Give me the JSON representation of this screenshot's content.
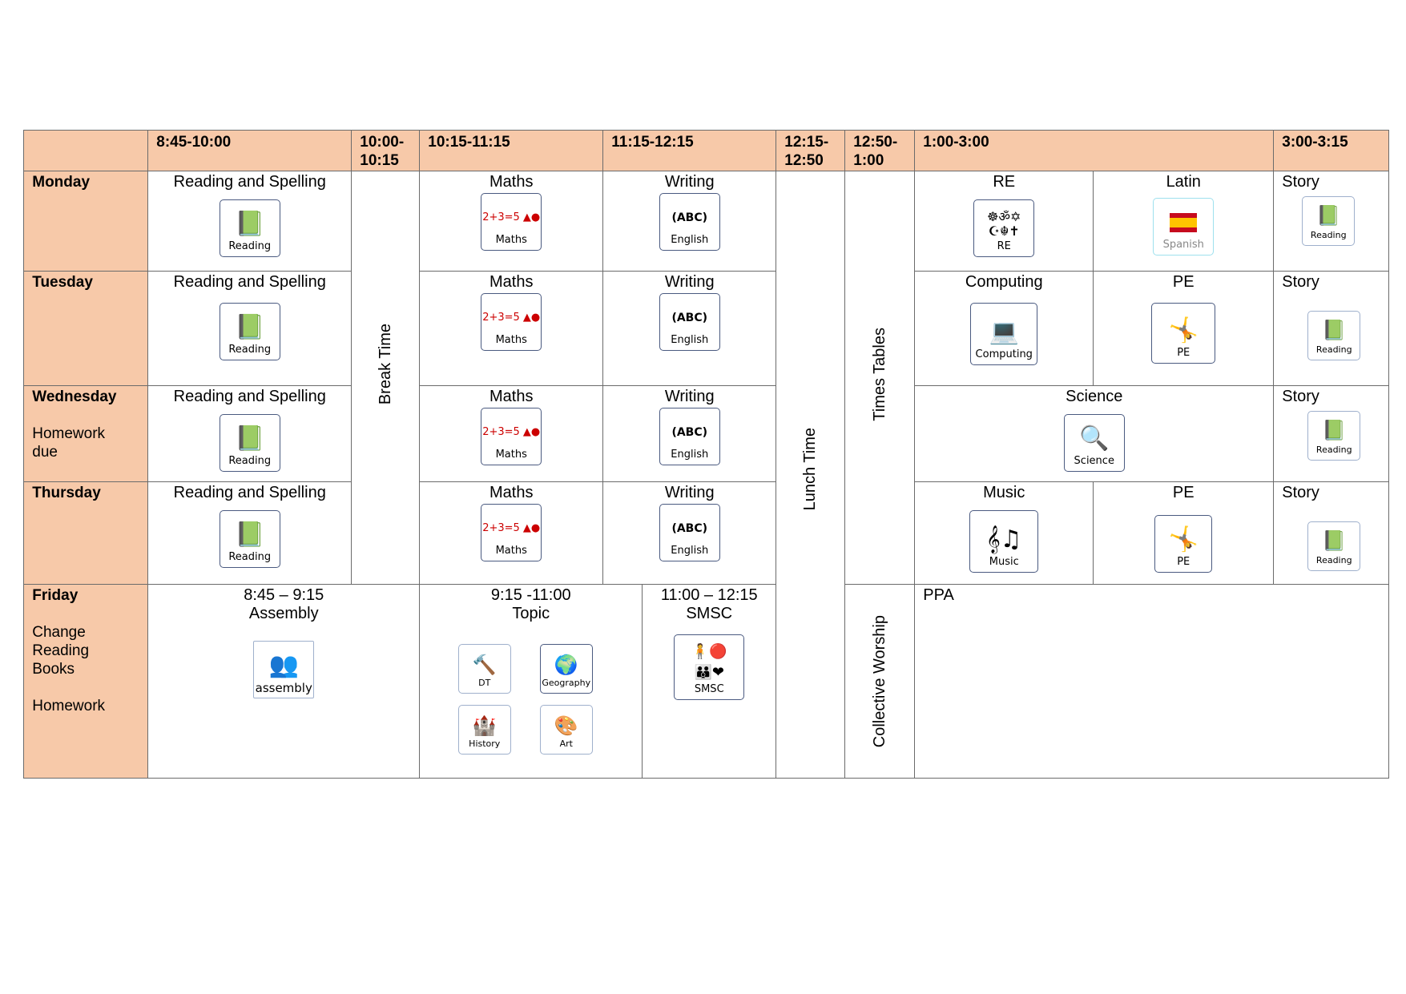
{
  "header": {
    "times": [
      "8:45-10:00",
      "10:00-10:15",
      "10:15-11:15",
      "11:15-12:15",
      "12:15-12:50",
      "12:50-1:00",
      "1:00-3:00",
      "3:00-3:15"
    ]
  },
  "days": {
    "monday": {
      "name": "Monday"
    },
    "tuesday": {
      "name": "Tuesday"
    },
    "wednesday": {
      "name": "Wednesday",
      "note": "Homework due"
    },
    "thursday": {
      "name": "Thursday"
    },
    "friday": {
      "name": "Friday",
      "note1": "Change Reading Books",
      "note2": "Homework"
    }
  },
  "blocks": {
    "break": "Break Time",
    "lunch": "Lunch Time",
    "times_tables": "Times Tables",
    "collective_worship": "Collective Worship"
  },
  "subjects": {
    "reading": "Reading and Spelling",
    "maths": "Maths",
    "writing": "Writing",
    "re": "RE",
    "latin": "Latin",
    "computing": "Computing",
    "pe": "PE",
    "science": "Science",
    "music": "Music",
    "story": "Story"
  },
  "friday": {
    "assembly_time": "8:45 – 9:15",
    "assembly": "Assembly",
    "topic_time": "9:15 -11:00",
    "topic": "Topic",
    "smsc_time": "11:00 – 12:15",
    "smsc": "SMSC",
    "ppa": "PPA"
  },
  "icons": {
    "reading": "Reading",
    "maths": "Maths",
    "english": "English",
    "re": "RE",
    "spanish": "Spanish",
    "computing": "Computing",
    "pe": "PE",
    "science": "Science",
    "music": "Music",
    "assembly": "assembly",
    "dt": "DT",
    "geography": "Geography",
    "history": "History",
    "art": "Art",
    "smsc": "SMSC"
  },
  "colors": {
    "header_bg": "#f7c9a9",
    "border": "#6b6b6b"
  }
}
